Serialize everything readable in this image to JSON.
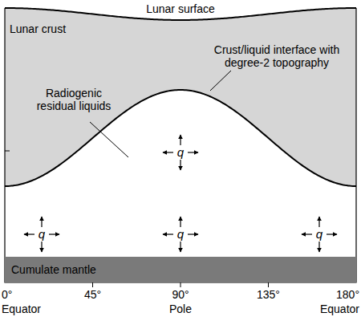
{
  "diagram": {
    "nodes": [
      {
        "text": [
          "Cumulate mantle"
        ]
      }
    ],
    "labels": [
      "Lunar surface",
      "Lunar crust",
      "Crust/liquid interface with degree-2 topography",
      "Radiogenic residual liquids",
      "q",
      "q",
      "q",
      "q",
      "0°",
      "45°",
      "90°",
      "135°",
      "180°",
      "Equator",
      "Pole",
      "Equator"
    ]
  }
}
